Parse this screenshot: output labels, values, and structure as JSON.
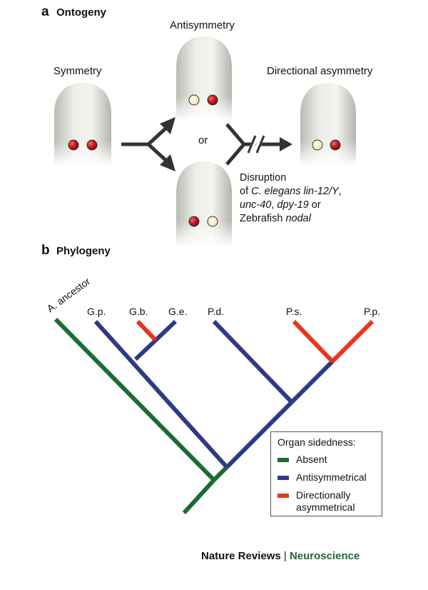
{
  "panel_a": {
    "letter": "a",
    "title": "Ontogeny",
    "labels": {
      "symmetry": "Symmetry",
      "antisymmetry": "Antisymmetry",
      "or": "or",
      "directional": "Directional asymmetry"
    },
    "disruption": {
      "line1": "Disruption",
      "line2_prefix": "of ",
      "line2_italic": "C. elegans lin-12/Y",
      "line2_suffix": ",",
      "line3_italic_a": "unc-40",
      "line3_mid": ", ",
      "line3_italic_b": "dpy-19",
      "line3_suffix": " or",
      "line4_prefix": "Zebrafish ",
      "line4_italic": "nodal"
    }
  },
  "panel_b": {
    "letter": "b",
    "title": "Phylogeny",
    "taxa": [
      "A. ancestor",
      "G.p.",
      "G.b.",
      "G.e.",
      "P.d.",
      "P.s.",
      "P.p."
    ],
    "legend": {
      "title": "Organ sidedness:",
      "items": [
        {
          "label": "Absent",
          "color": "#1c6b34"
        },
        {
          "label": "Antisymmetrical",
          "color": "#2e3a86"
        },
        {
          "label": "Directionally asymmetrical",
          "color": "#e8341f"
        }
      ]
    }
  },
  "colors": {
    "absent": "#1c6b34",
    "antisymmetrical": "#2e3a86",
    "directional": "#e8341f",
    "organ_red": "#c4161c",
    "organ_pale": "#fbf3c9"
  },
  "footer": {
    "journal": "Nature Reviews",
    "separator": " | ",
    "section": "Neuroscience",
    "section_color": "#1c6b34"
  }
}
